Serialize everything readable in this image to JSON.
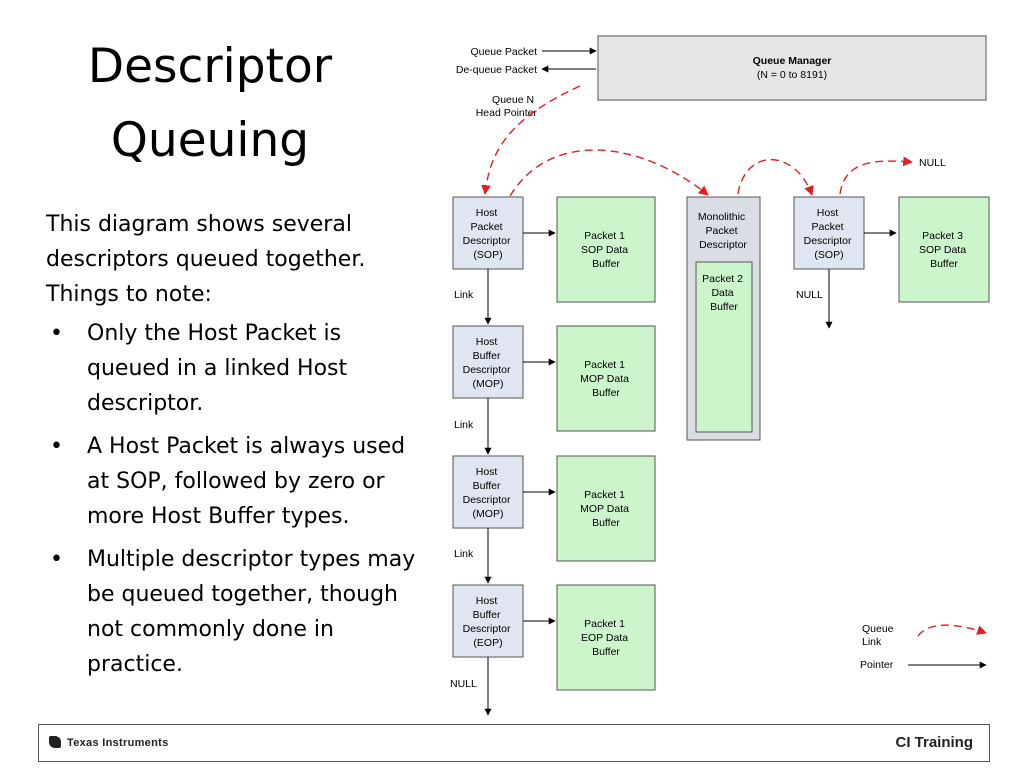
{
  "slide": {
    "title_line1": "Descriptor",
    "title_line2": "Queuing",
    "intro": "This diagram shows several descriptors queued together. Things to note:",
    "bullets": [
      "Only the Host Packet is queued in a linked Host descriptor.",
      "A Host Packet is always used at SOP, followed by zero or more Host Buffer types.",
      "Multiple descriptor types may be queued together, though not commonly done in practice."
    ]
  },
  "diagram": {
    "queue_manager": {
      "title": "Queue Manager",
      "subtitle": "(N = 0 to 8191)"
    },
    "labels": {
      "queue_packet": "Queue Packet",
      "dequeue_packet": "De-queue Packet",
      "head_pointer_line1": "Queue N",
      "head_pointer_line2": "Head Pointer",
      "link": "Link",
      "null": "NULL"
    },
    "descriptors": [
      {
        "lines": [
          "Host",
          "Packet",
          "Descriptor",
          "(SOP)"
        ]
      },
      {
        "lines": [
          "Host",
          "Buffer",
          "Descriptor",
          "(MOP)"
        ]
      },
      {
        "lines": [
          "Host",
          "Buffer",
          "Descriptor",
          "(MOP)"
        ]
      },
      {
        "lines": [
          "Host",
          "Buffer",
          "Descriptor",
          "(EOP)"
        ]
      }
    ],
    "buffers": [
      {
        "lines": [
          "Packet 1",
          "SOP Data",
          "Buffer"
        ]
      },
      {
        "lines": [
          "Packet 1",
          "MOP Data",
          "Buffer"
        ]
      },
      {
        "lines": [
          "Packet 1",
          "MOP Data",
          "Buffer"
        ]
      },
      {
        "lines": [
          "Packet 1",
          "EOP Data",
          "Buffer"
        ]
      }
    ],
    "monolithic": {
      "lines": [
        "Monolithic",
        "Packet",
        "Descriptor"
      ],
      "buffer_lines": [
        "Packet 2",
        "Data",
        "Buffer"
      ]
    },
    "descriptor3": {
      "lines": [
        "Host",
        "Packet",
        "Descriptor",
        "(SOP)"
      ]
    },
    "buffer3": {
      "lines": [
        "Packet 3",
        "SOP Data",
        "Buffer"
      ]
    },
    "legend": {
      "queue_link_line1": "Queue",
      "queue_link_line2": "Link",
      "pointer": "Pointer"
    }
  },
  "footer": {
    "brand": "Texas Instruments",
    "training": "CI Training"
  },
  "colors": {
    "descriptor_fill": "#dfe5f1",
    "buffer_fill": "#ccf5cc",
    "queue_manager_fill": "#e6e6e6",
    "monolithic_fill": "#dadde4",
    "queue_link": "#e31e1e"
  }
}
